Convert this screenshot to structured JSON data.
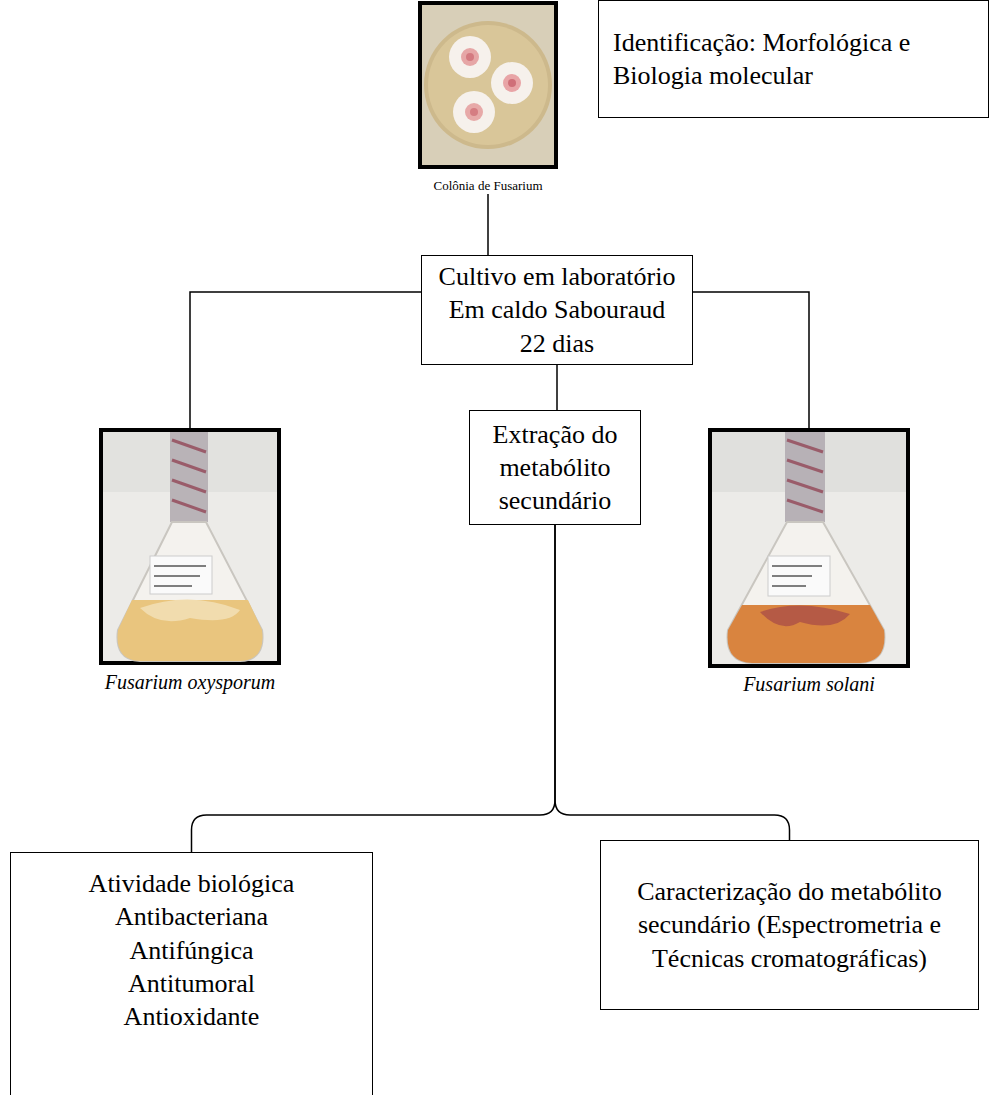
{
  "diagram": {
    "nodes": [
      {
        "text": [
          "Colônia de Fusarium"
        ]
      },
      {
        "text": [
          "Identificação: Morfológica e Biologia molecular"
        ]
      },
      {
        "text": [
          "Cultivo em laboratório Em caldo Sabouraud 22 dias"
        ]
      },
      {
        "text": [
          "Fusarium oxysporum"
        ]
      },
      {
        "text": [
          "Extração do metabólito secundário"
        ]
      },
      {
        "text": [
          "Fusarium solani"
        ]
      },
      {
        "text": [
          "Atividade biológica",
          "Antibacteriana",
          "Antifúngica",
          "Antitumoral",
          "Antioxidante"
        ]
      },
      {
        "text": [
          "Caracterização do metabólito secundário (Espectrometria e Técnicas cromatográficas)"
        ]
      }
    ],
    "edges": [
      {
        "from": 0,
        "to": 2,
        "arrow": "none"
      },
      {
        "from": 2,
        "to": 3,
        "arrow": "none"
      },
      {
        "from": 2,
        "to": 4,
        "arrow": "none"
      },
      {
        "from": 2,
        "to": 5,
        "arrow": "none"
      },
      {
        "from": 4,
        "to": 6,
        "arrow": "none"
      },
      {
        "from": 4,
        "to": 7,
        "arrow": "none"
      }
    ]
  }
}
